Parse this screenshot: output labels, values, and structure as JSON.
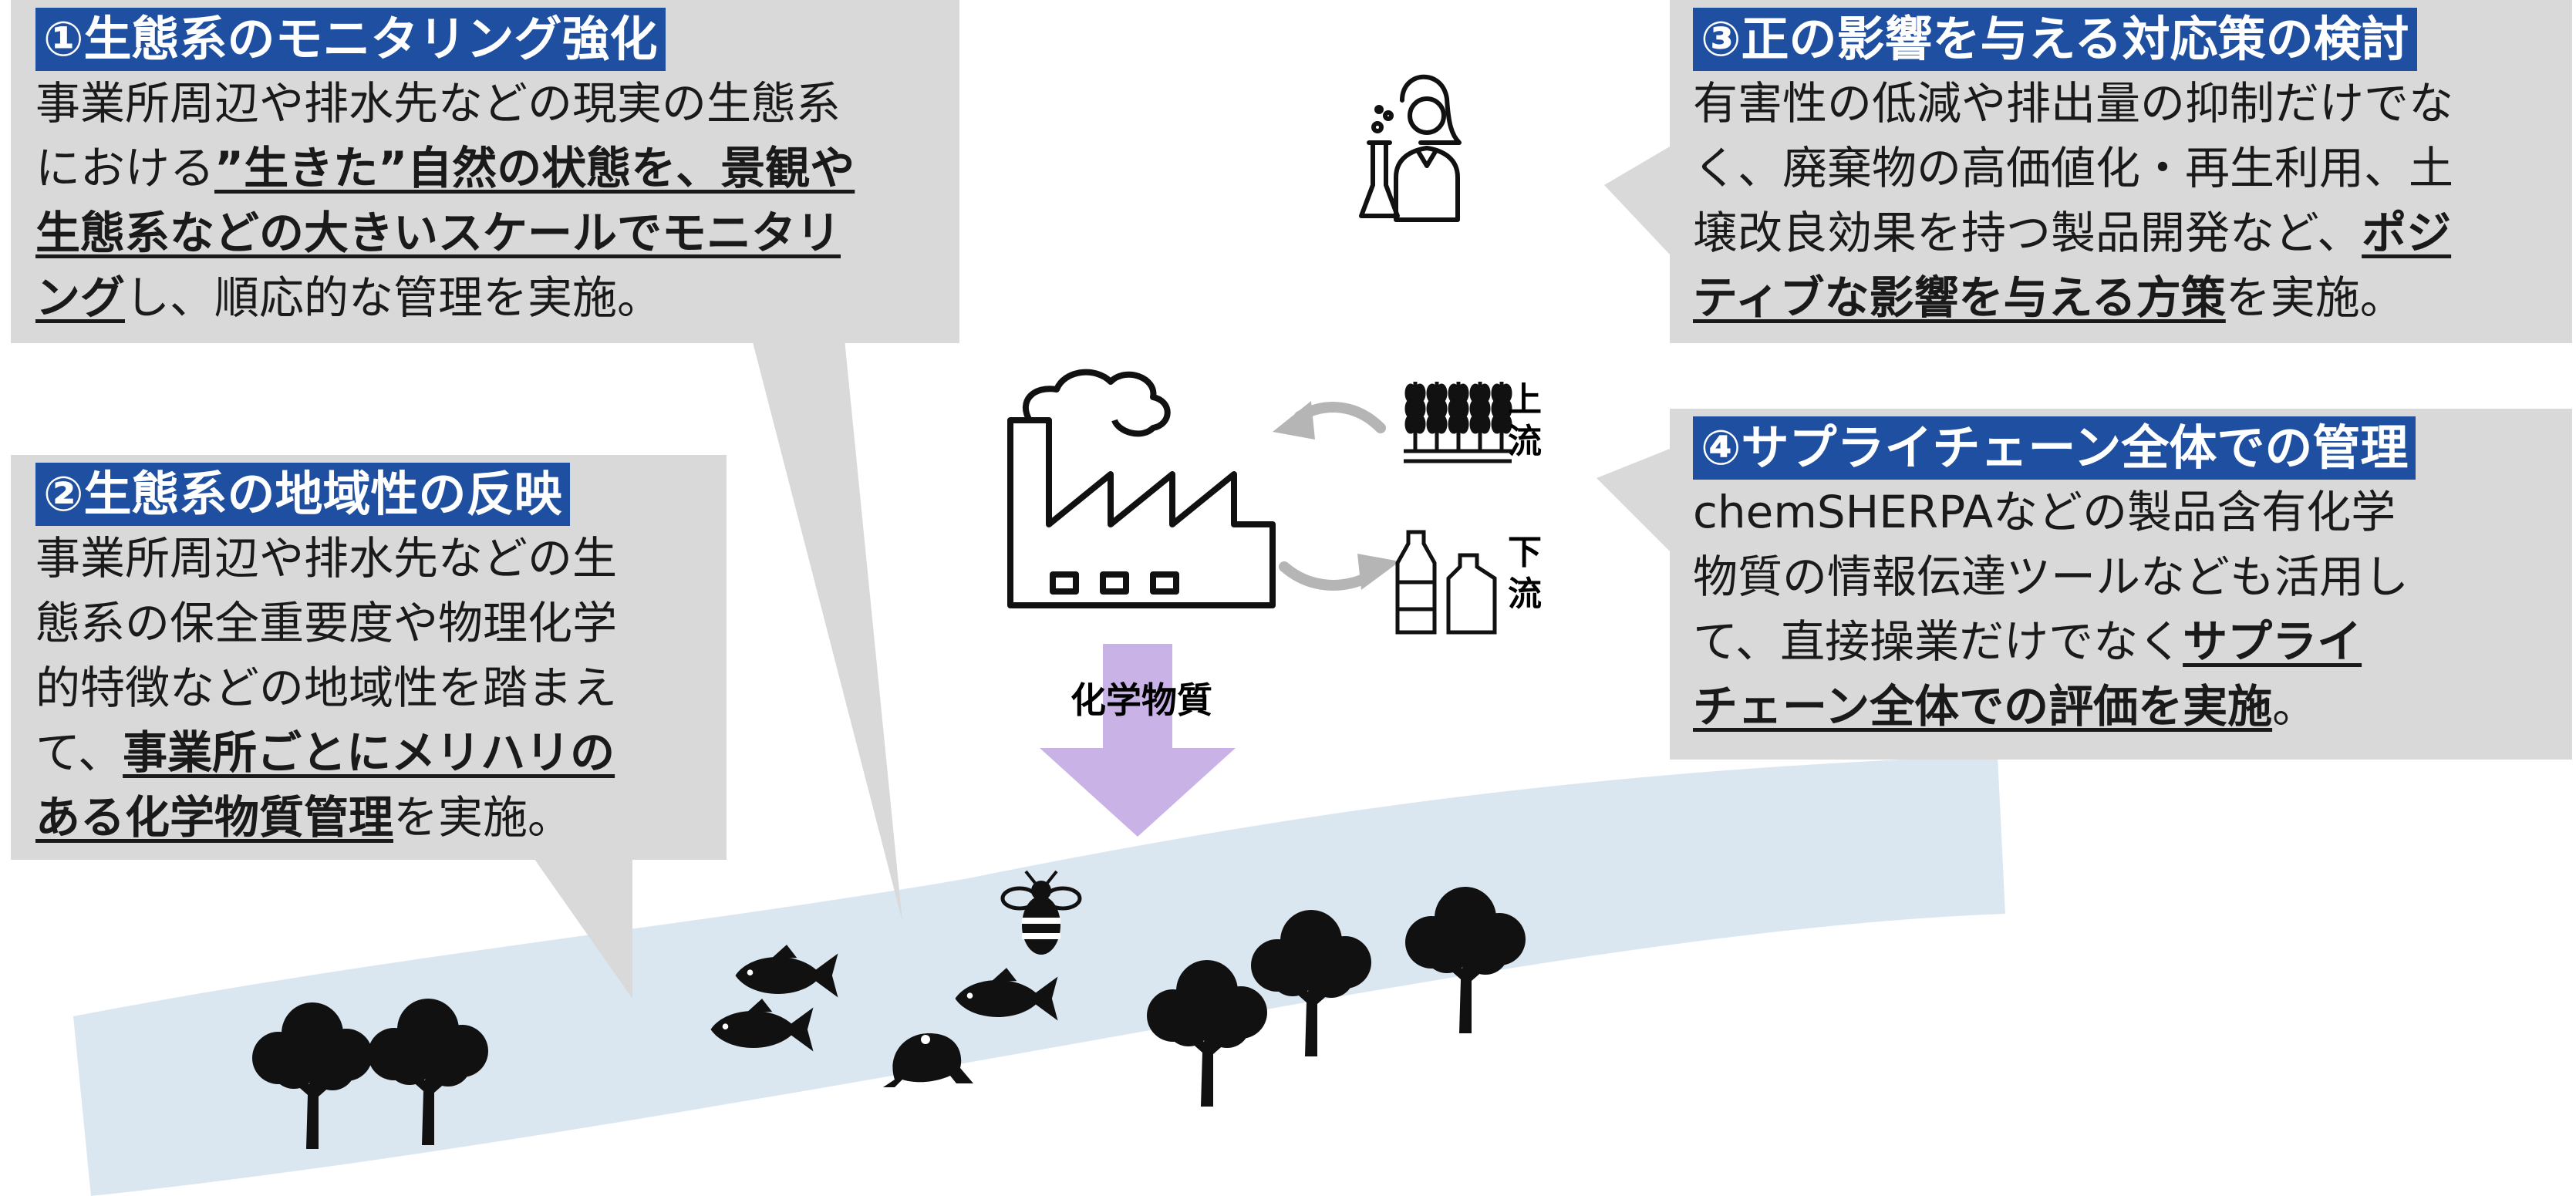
{
  "colors": {
    "box_bg": "#d9d9d9",
    "header_bg": "#1e4fa1",
    "header_text": "#ffffff",
    "river": "#dae7f1",
    "arrow_chem": "#c9b3e6",
    "arrow_gray": "#b5b5b5",
    "icon": "#111111"
  },
  "boxes": [
    {
      "id": "box1",
      "header": "①生態系のモニタリング強化",
      "lines": [
        [
          {
            "t": "事業所周辺や排水先などの現実の生態系"
          }
        ],
        [
          {
            "t": "における"
          },
          {
            "t": "”生きた”自然の状態を、景観や",
            "s": "bu"
          }
        ],
        [
          {
            "t": "生態系などの大きいスケールでモニタリ",
            "s": "bu"
          }
        ],
        [
          {
            "t": "ング",
            "s": "bu"
          },
          {
            "t": "し、順応的な管理を実施。"
          }
        ]
      ]
    },
    {
      "id": "box2",
      "header": "②生態系の地域性の反映",
      "lines": [
        [
          {
            "t": "事業所周辺や排水先などの生"
          }
        ],
        [
          {
            "t": "態系の保全重要度や物理化学"
          }
        ],
        [
          {
            "t": "的特徴などの地域性を踏まえ"
          }
        ],
        [
          {
            "t": "て、"
          },
          {
            "t": "事業所ごとにメリハリの",
            "s": "bu"
          }
        ],
        [
          {
            "t": "ある化学物質管理",
            "s": "bu"
          },
          {
            "t": "を実施。"
          }
        ]
      ]
    },
    {
      "id": "box3",
      "header": "③正の影響を与える対応策の検討",
      "lines": [
        [
          {
            "t": "有害性の低減や排出量の抑制だけでな"
          }
        ],
        [
          {
            "t": "く、廃棄物の高価値化・再生利用、土"
          }
        ],
        [
          {
            "t": "壌改良効果を持つ製品開発など、"
          },
          {
            "t": "ポジ",
            "s": "bu"
          }
        ],
        [
          {
            "t": "ティブな影響を与える方策",
            "s": "bu"
          },
          {
            "t": "を実施。"
          }
        ]
      ]
    },
    {
      "id": "box4",
      "header": "④サプライチェーン全体での管理",
      "lines": [
        [
          {
            "t": "chemSHERPAなどの製品含有化学"
          }
        ],
        [
          {
            "t": "物質の情報伝達ツールなども活用し"
          }
        ],
        [
          {
            "t": "て、直接操業だけでなく"
          },
          {
            "t": "サプライ",
            "s": "bu"
          }
        ],
        [
          {
            "t": "チェーン全体での評価を実施",
            "s": "bu"
          },
          {
            "t": "。"
          }
        ]
      ]
    }
  ],
  "labels": {
    "chemical": "化学物質",
    "upstream": "上流",
    "downstream": "下流"
  },
  "icons": [
    "factory-icon",
    "scientist-icon",
    "wheat-icon",
    "bottles-icon",
    "fish-icon",
    "frog-icon",
    "bee-icon",
    "tree-icon"
  ]
}
